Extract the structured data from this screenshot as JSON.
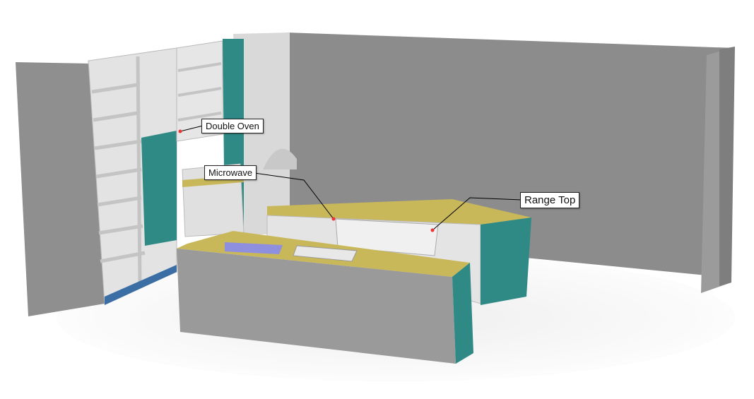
{
  "scene": {
    "callouts": [
      {
        "id": "double-oven",
        "label": "Double Oven"
      },
      {
        "id": "microwave",
        "label": "Microwave"
      },
      {
        "id": "range-top",
        "label": "Range Top"
      }
    ],
    "colors": {
      "wall": "#8c8c8c",
      "cabinet_interior": "#e6e6e6",
      "teal": "#2f8a86",
      "frame": "#c9b85a",
      "edge_blue": "#3a6ea5",
      "island_face": "#9a9a9a"
    }
  }
}
